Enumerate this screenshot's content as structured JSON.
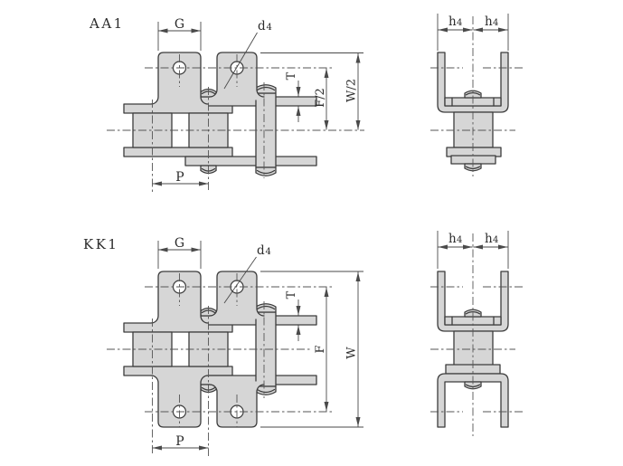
{
  "colors": {
    "background": "#ffffff",
    "part_fill": "#d6d6d6",
    "part_outline": "#3c3c3c",
    "centerline": "#555555",
    "dimension_line": "#4a4a4a",
    "text": "#2b2b2b",
    "hole_fill": "#ffffff"
  },
  "views": {
    "aa1_side": {
      "title": "AA1",
      "dim_g": "G",
      "dim_d4_base": "d",
      "dim_d4_sub": "4",
      "dim_t": "T",
      "dim_f_half": "F/2",
      "dim_w_half": "W/2",
      "dim_p": "P"
    },
    "aa1_end": {
      "dim_h4_left_base": "h",
      "dim_h4_left_sub": "4",
      "dim_h4_right_base": "h",
      "dim_h4_right_sub": "4"
    },
    "kk1_side": {
      "title": "KK1",
      "dim_g": "G",
      "dim_d4_base": "d",
      "dim_d4_sub": "4",
      "dim_t": "T",
      "dim_f": "F",
      "dim_w": "W",
      "dim_p": "P"
    },
    "kk1_end": {
      "dim_h4_left_base": "h",
      "dim_h4_left_sub": "4",
      "dim_h4_right_base": "h",
      "dim_h4_right_sub": "4"
    }
  }
}
